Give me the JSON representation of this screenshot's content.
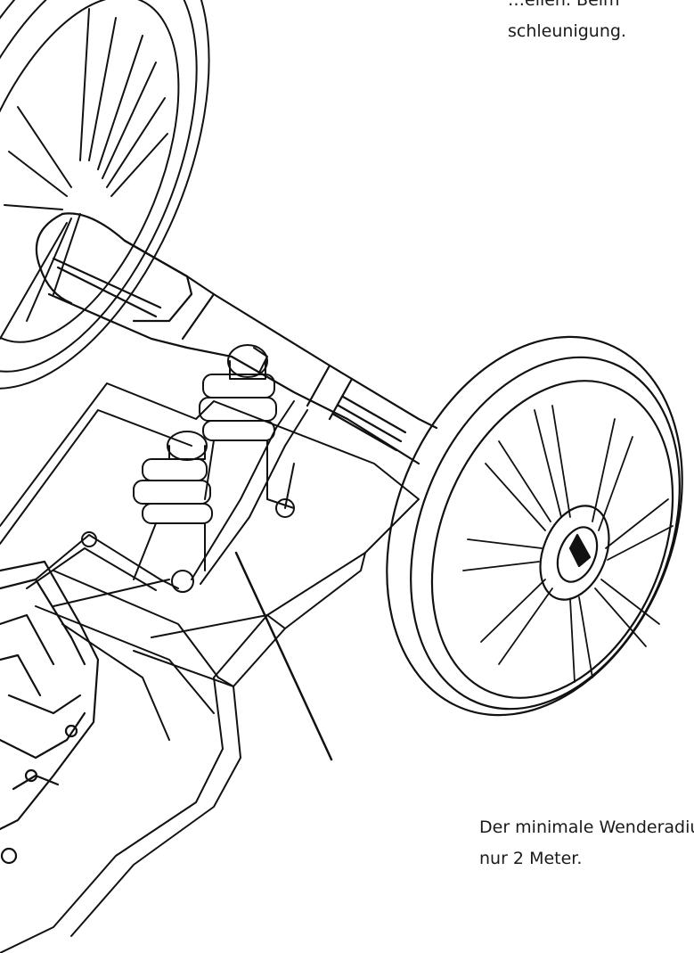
{
  "captions": {
    "top": {
      "line1": "…ellen. Beim",
      "line2": "schleunigung."
    },
    "bottom": {
      "line1": "Der minimale Wenderadius",
      "line2": "nur 2 Meter."
    }
  },
  "colors": {
    "line": "#111111",
    "background": "#ffffff",
    "text": "#1a1a1a"
  }
}
